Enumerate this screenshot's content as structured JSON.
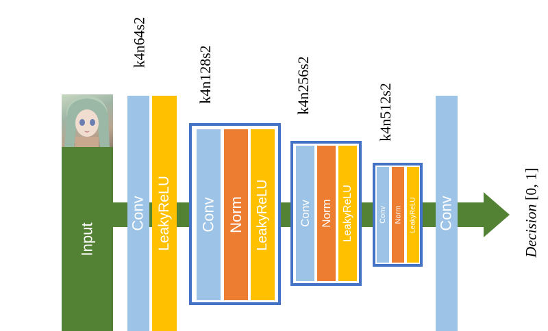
{
  "layer_labels": {
    "block1": "k4n64s2",
    "block2": "k4n128s2",
    "block3": "k4n256s2",
    "block4": "k4n512s2"
  },
  "blocks": {
    "input": "Input",
    "conv": "Conv",
    "norm": "Norm",
    "leaky": "LeakyReLU"
  },
  "output": {
    "decision": "Decision",
    "range": "[0, 1]"
  },
  "colors": {
    "green": "#548235",
    "conv": "#9dc3e6",
    "leaky": "#ffc000",
    "norm": "#ed7d31",
    "group_border": "#4472c4"
  },
  "thumbnail": "anime-face-image"
}
